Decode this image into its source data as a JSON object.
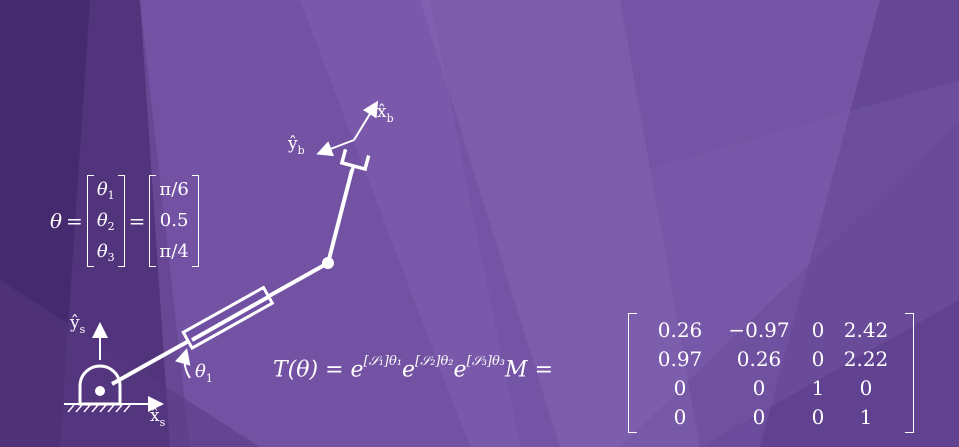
{
  "frames": {
    "space": {
      "x_label": "x̂",
      "x_sub": "s",
      "y_label": "ŷ",
      "y_sub": "s"
    },
    "body": {
      "x_label": "x̂",
      "x_sub": "b",
      "y_label": "ŷ",
      "y_sub": "b"
    }
  },
  "joint_angle": {
    "symbol": "θ",
    "sub": "1"
  },
  "theta_vector": {
    "lhs": "θ",
    "eq1": "=",
    "eq2": "=",
    "symbols": [
      {
        "sym": "θ",
        "sub": "1"
      },
      {
        "sym": "θ",
        "sub": "2"
      },
      {
        "sym": "θ",
        "sub": "3"
      }
    ],
    "values": [
      "π/6",
      "0.5",
      "π/4"
    ]
  },
  "product_formula": {
    "lhs": "T(θ)",
    "eq": "=",
    "e": "e",
    "exp1": "[𝒮₁]θ₁",
    "exp2": "[𝒮₂]θ₂",
    "exp3": "[𝒮₃]θ₃",
    "m": "M",
    "eq2": "="
  },
  "result_matrix": [
    [
      "0.26",
      "−0.97",
      "0",
      "2.42"
    ],
    [
      "0.97",
      "0.26",
      "0",
      "2.22"
    ],
    [
      "0",
      "0",
      "1",
      "0"
    ],
    [
      "0",
      "0",
      "0",
      "1"
    ]
  ],
  "colors": {
    "background": "#6a4a9a",
    "ink": "#ffffff"
  }
}
